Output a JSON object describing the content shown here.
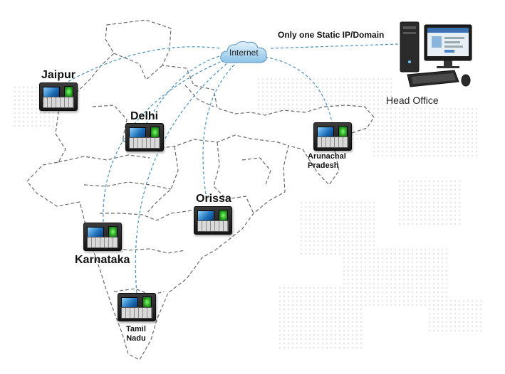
{
  "internet": {
    "label": "Internet"
  },
  "static_ip": {
    "label": "Only one Static IP/Domain"
  },
  "head_office": {
    "label": "Head Office"
  },
  "locations": [
    {
      "id": "jaipur",
      "name": "Jaipur"
    },
    {
      "id": "delhi",
      "name": "Delhi"
    },
    {
      "id": "arunachal",
      "name_line1": "Arunachal",
      "name_line2": "Pradesh"
    },
    {
      "id": "orissa",
      "name": "Orissa"
    },
    {
      "id": "karnataka",
      "name": "Karnataka"
    },
    {
      "id": "tamil",
      "name_line1": "Tamil",
      "name_line2": "Nadu"
    }
  ],
  "icons": {
    "cloud": "internet-cloud-icon",
    "device": "biometric-terminal-icon",
    "computer": "desktop-computer-icon"
  },
  "colors": {
    "link_line": "#4a90b8",
    "map_border": "#6a6a6a",
    "cloud_fill": "#a9d2ef",
    "dots": "#cfcfcf"
  }
}
